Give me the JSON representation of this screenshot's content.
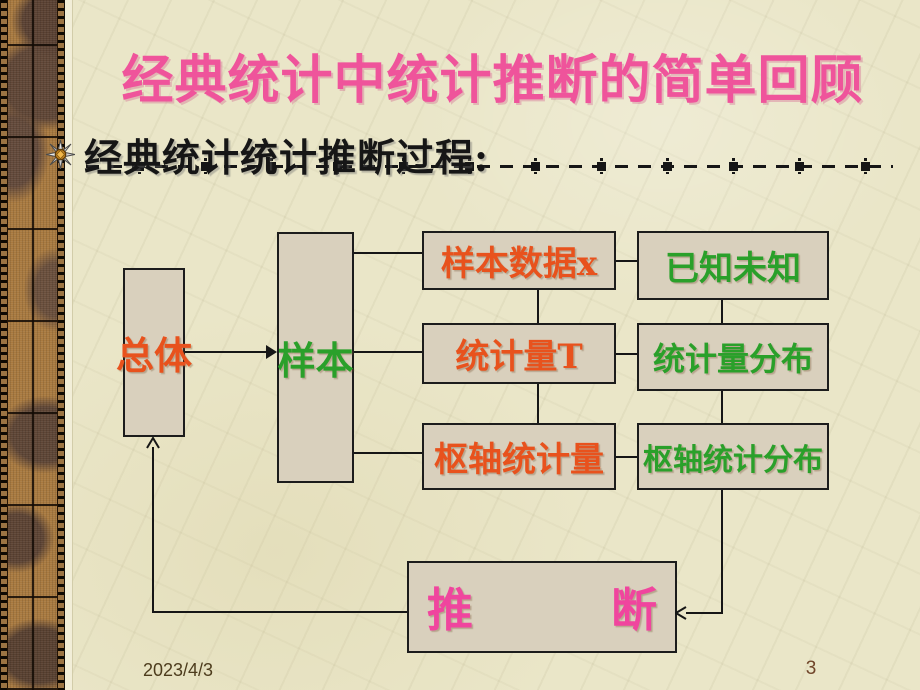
{
  "slide": {
    "title": "经典统计中统计推断的简单回顾",
    "subtitle": "经典统计统计推断过程:",
    "footer": {
      "date": "2023/4/3",
      "page_number": "3"
    }
  },
  "icons": {
    "bullet": "eight-point-star"
  },
  "colors": {
    "title_pink": "#ef549b",
    "red": "#e8521d",
    "green": "#2aa02a",
    "magenta": "#f0459e",
    "box_fill": "#d9d0bd",
    "line": "#161616",
    "background": "#eae6c8"
  },
  "diagram": {
    "nodes": {
      "population": {
        "label": "总体",
        "color": "#e8521d"
      },
      "sample": {
        "label": "样本",
        "color": "#2aa02a"
      },
      "sample_data": {
        "label": "样本数据x",
        "color": "#e8521d"
      },
      "known_unknown": {
        "label": "已知未知",
        "color": "#2aa02a"
      },
      "statistic": {
        "label": "统计量T",
        "color": "#e8521d"
      },
      "statistic_dist": {
        "label": "统计量分布",
        "color": "#2aa02a"
      },
      "pivot_statistic": {
        "label": "枢轴统计量",
        "color": "#e8521d"
      },
      "pivot_dist": {
        "label": "枢轴统计分布",
        "color": "#2aa02a"
      },
      "inference": {
        "label": "推　　　断",
        "color": "#f0459e"
      }
    }
  }
}
